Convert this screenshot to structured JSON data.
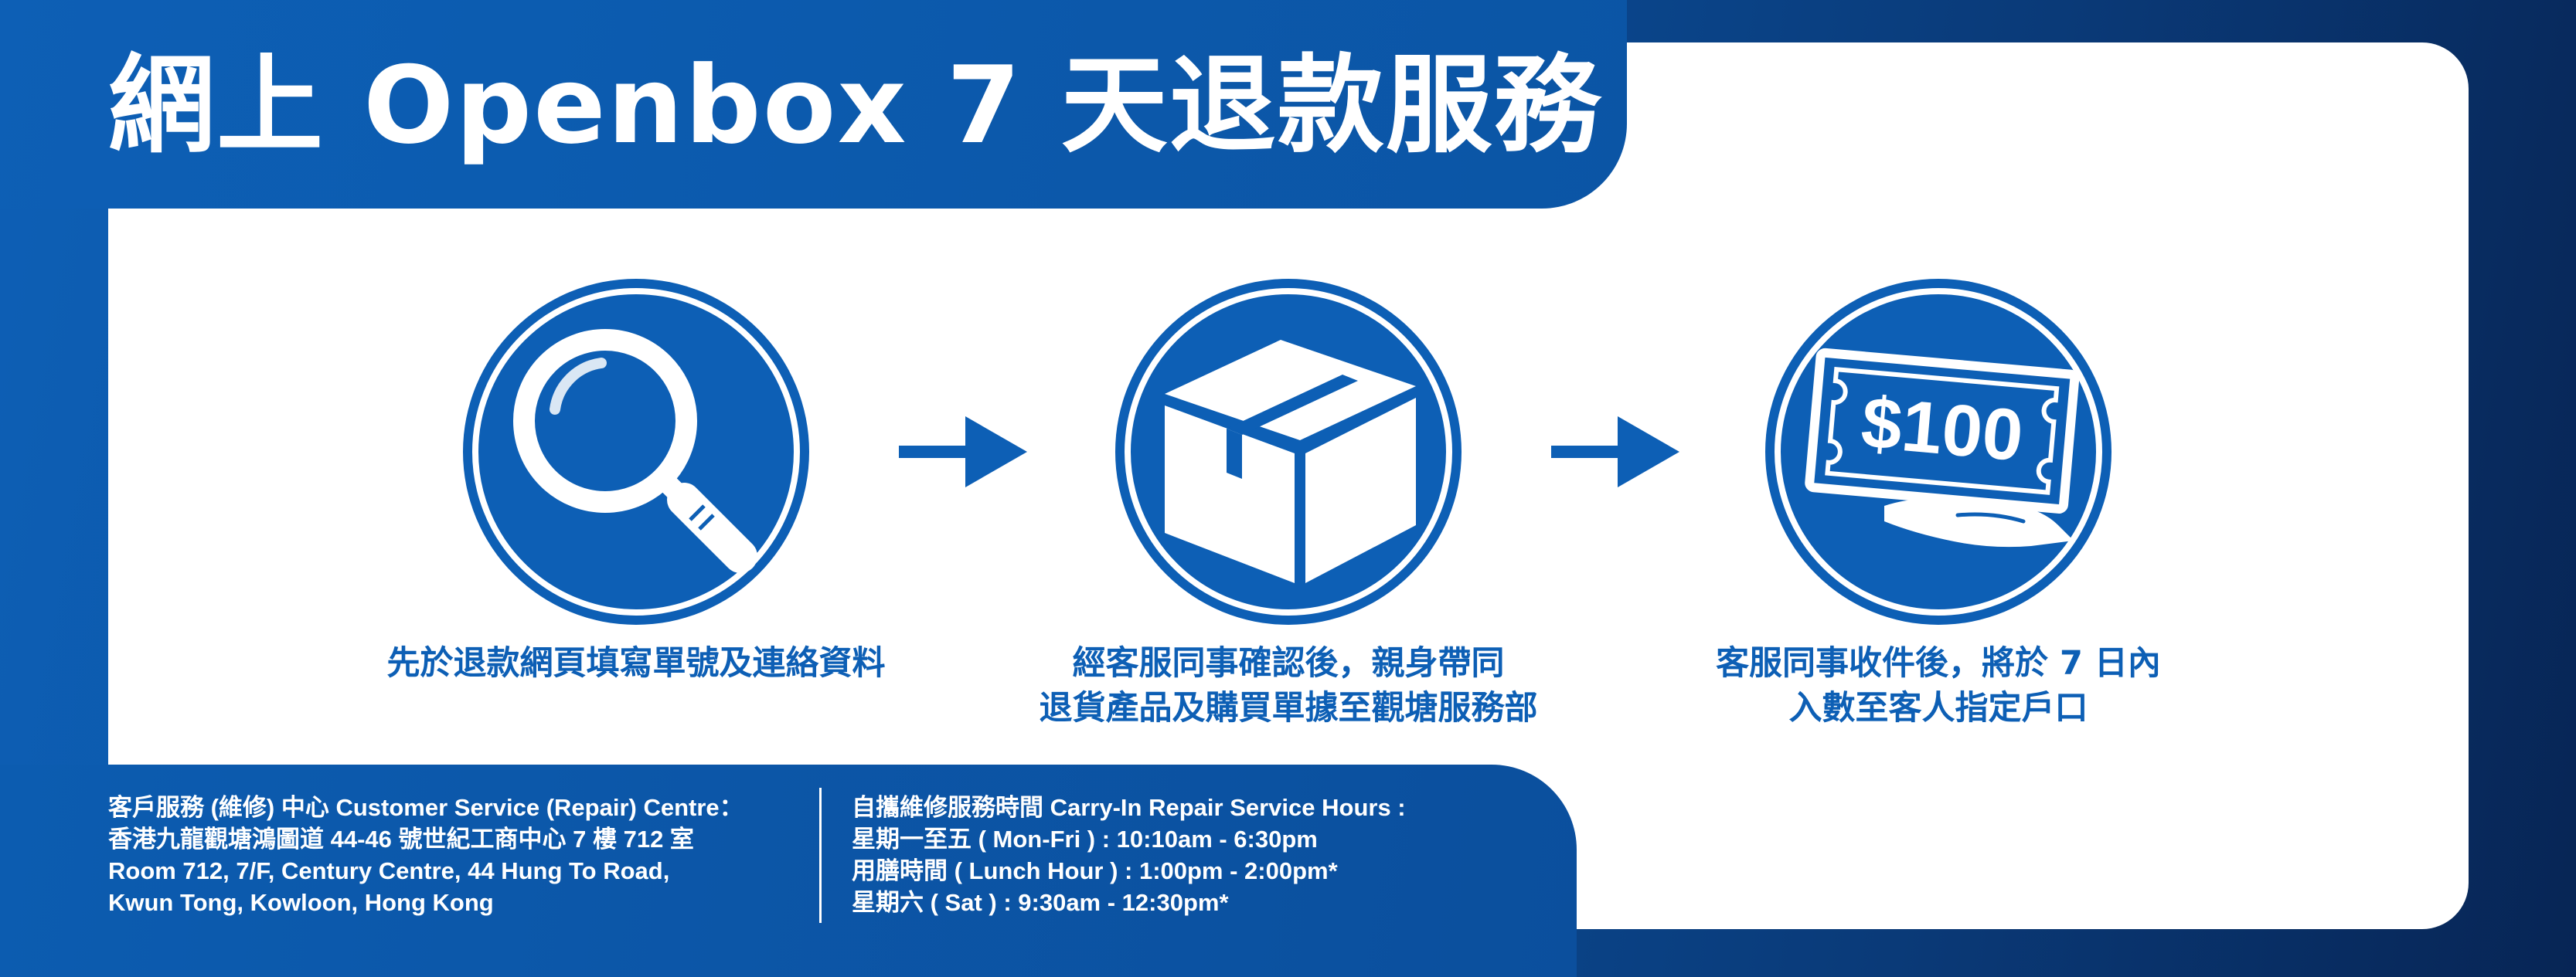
{
  "banner": {
    "title": "網上 Openbox 7 天退款服務"
  },
  "steps": [
    {
      "icon": "magnifying-glass-icon",
      "caption_lines": [
        "先於退款網頁填寫單號及連絡資料"
      ]
    },
    {
      "icon": "package-box-icon",
      "caption_lines": [
        "經客服同事確認後，親身帶同",
        "退貨產品及購買單據至觀塘服務部"
      ]
    },
    {
      "icon": "money-bill-hand-icon",
      "bill_amount": "$100",
      "caption_lines": [
        "客服同事收件後，將於 7 日內",
        "入數至客人指定戶口"
      ]
    }
  ],
  "arrows": [
    "arrow-right-icon",
    "arrow-right-icon"
  ],
  "footer": {
    "address": {
      "heading": "客戶服務 (維修) 中心 Customer Service (Repair) Centre：",
      "line1": "香港九龍觀塘鴻圖道 44-46 號世紀工商中心 7 樓 712 室",
      "line2": "Room 712, 7/F, Century Centre, 44 Hung To Road,",
      "line3": "Kwun Tong, Kowloon, Hong Kong"
    },
    "hours": {
      "heading": "自攜維修服務時間 Carry-In Repair Service Hours :",
      "line1": "星期一至五 ( Mon-Fri ) : 10:10am - 6:30pm",
      "line2": "用膳時間 ( Lunch Hour ) : 1:00pm - 2:00pm*",
      "line3": "星期六 ( Sat ) : 9:30am - 12:30pm*"
    }
  },
  "colors": {
    "brand_blue": "#0d5fb5",
    "dark_navy": "#072555",
    "white": "#ffffff"
  }
}
